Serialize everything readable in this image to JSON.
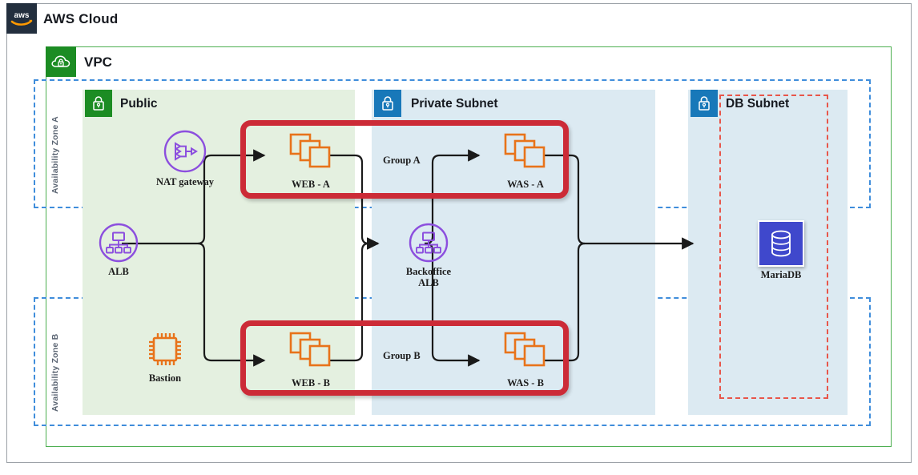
{
  "cloud": {
    "title": "AWS Cloud",
    "logo_icon": "aws-logo-icon"
  },
  "vpc": {
    "title": "VPC",
    "icon": "vpc-cloud-lock-icon",
    "border_color": "#4caf50"
  },
  "availability_zones": [
    {
      "label": "Availability Zone A",
      "border_color": "#3f8ddb"
    },
    {
      "label": "Availability Zone B",
      "border_color": "#3f8ddb"
    }
  ],
  "subnets": [
    {
      "title": "Public",
      "icon": "subnet-lock-icon",
      "badge_color": "#1c8c23",
      "fill": "#e4f0e0"
    },
    {
      "title": "Private Subnet",
      "icon": "subnet-lock-icon",
      "badge_color": "#1878b9",
      "fill": "#dceaf2"
    },
    {
      "title": "DB Subnet",
      "icon": "subnet-lock-icon",
      "badge_color": "#1878b9",
      "fill": "#dceaf2"
    }
  ],
  "db_group": {
    "border_color": "#e8564a",
    "style": "dashed"
  },
  "groups": [
    {
      "label": "Group A",
      "border_color": "#cc2b37"
    },
    {
      "label": "Group B",
      "border_color": "#cc2b37"
    }
  ],
  "nodes": [
    {
      "id": "nat",
      "label": "NAT gateway",
      "icon": "nat-gateway-icon",
      "color": "#8c4fde"
    },
    {
      "id": "alb",
      "label": "ALB",
      "icon": "load-balancer-icon",
      "color": "#8c4fde"
    },
    {
      "id": "bastion",
      "label": "Bastion",
      "icon": "ec2-instance-icon",
      "color": "#e8731a"
    },
    {
      "id": "boalb",
      "label": "Backoffice\nALB",
      "icon": "load-balancer-icon",
      "color": "#8c4fde"
    },
    {
      "id": "web-a",
      "label": "WEB - A",
      "icon": "ec2-instances-stack-icon",
      "color": "#e8731a"
    },
    {
      "id": "was-a",
      "label": "WAS - A",
      "icon": "ec2-instances-stack-icon",
      "color": "#e8731a"
    },
    {
      "id": "web-b",
      "label": "WEB - B",
      "icon": "ec2-instances-stack-icon",
      "color": "#e8731a"
    },
    {
      "id": "was-b",
      "label": "WAS - B",
      "icon": "ec2-instances-stack-icon",
      "color": "#e8731a"
    },
    {
      "id": "mariadb",
      "label": "MariaDB",
      "icon": "database-icon",
      "color": "#3f48cc"
    }
  ],
  "connections": [
    {
      "from": "alb",
      "to": "web-a",
      "arrow": true
    },
    {
      "from": "alb",
      "to": "web-b",
      "arrow": true
    },
    {
      "from": "web-a",
      "to": "boalb",
      "arrow": true
    },
    {
      "from": "web-b",
      "to": "boalb",
      "arrow": true
    },
    {
      "from": "boalb",
      "to": "was-a",
      "arrow": true
    },
    {
      "from": "boalb",
      "to": "was-b",
      "arrow": true
    },
    {
      "from": "was-a",
      "to": "mariadb",
      "arrow": true
    },
    {
      "from": "was-b",
      "to": "mariadb",
      "arrow": true
    },
    {
      "from": "nat",
      "to": "web-a",
      "arrow": true
    },
    {
      "from": "bastion",
      "to": "web-b",
      "arrow": true
    }
  ]
}
